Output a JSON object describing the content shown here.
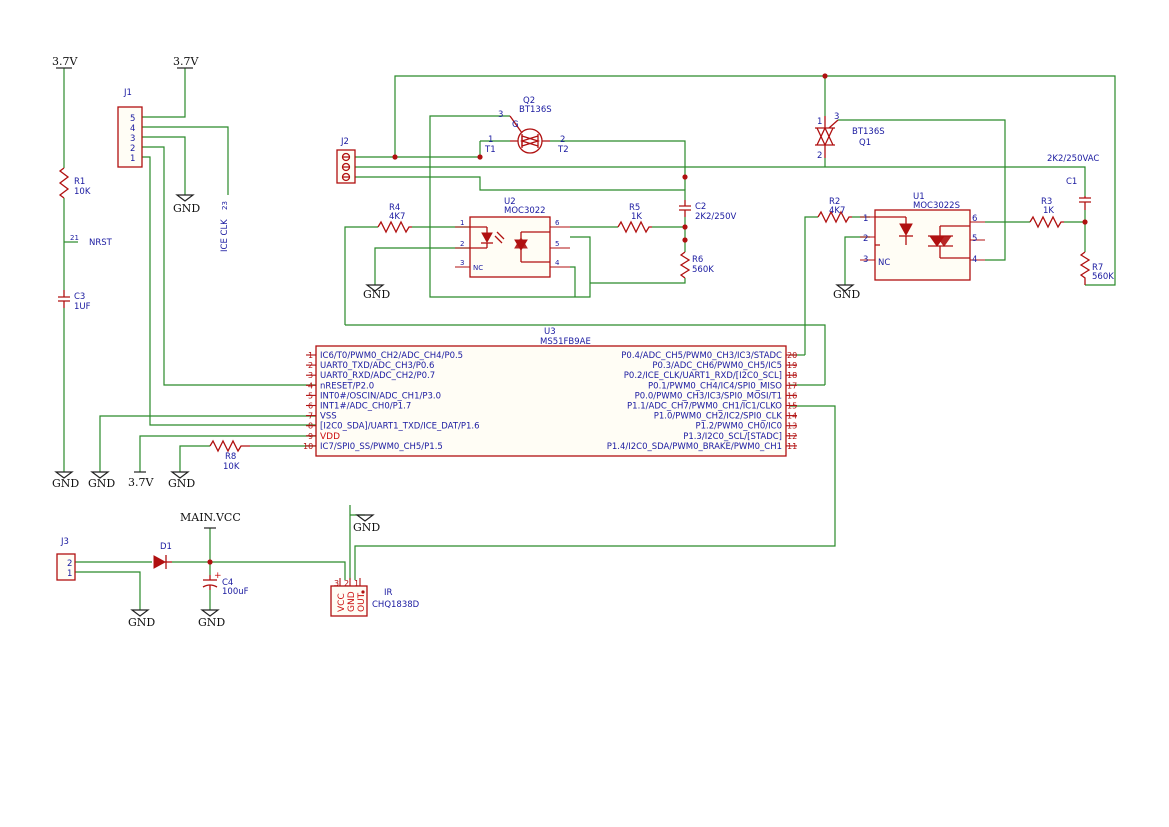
{
  "power": {
    "v37_a": "3.7V",
    "v37_b": "3.7V",
    "v37_c": "3.7V",
    "main_vcc": "MAIN.VCC",
    "gnd": "GND"
  },
  "r1": {
    "ref": "R1",
    "value": "10K"
  },
  "nrst": {
    "pin": "21",
    "label": "NRST"
  },
  "c3": {
    "ref": "C3",
    "value": "1UF"
  },
  "j1": {
    "ref": "J1",
    "pins": [
      "5",
      "4",
      "3",
      "2",
      "1"
    ]
  },
  "iceclk": {
    "pin": "23",
    "label": "ICE CLK"
  },
  "j2": {
    "ref": "J2"
  },
  "r4": {
    "ref": "R4",
    "value": "4K7"
  },
  "q2": {
    "ref": "Q2",
    "value": "BT136S",
    "pin_g_num": "3",
    "pin_g": "G",
    "pin_t1_num": "1",
    "pin_t1": "T1",
    "pin_t2_num": "2",
    "pin_t2": "T2"
  },
  "u2": {
    "ref": "U2",
    "value": "MOC3022",
    "pins": [
      "1",
      "2",
      "3",
      "4",
      "5",
      "6"
    ],
    "nc": "NC"
  },
  "r5": {
    "ref": "R5",
    "value": "1K"
  },
  "c2": {
    "ref": "C2",
    "value": "2K2/250V"
  },
  "r6": {
    "ref": "R6",
    "value": "560K"
  },
  "q1": {
    "ref": "Q1",
    "value": "BT136S",
    "pin1": "1",
    "pin2": "2",
    "pin3": "3"
  },
  "c1": {
    "ref": "C1",
    "value": "2K2/250VAC"
  },
  "r2": {
    "ref": "R2",
    "value": "4K7"
  },
  "u1": {
    "ref": "U1",
    "value": "MOC3022S",
    "pins": [
      "1",
      "2",
      "3",
      "4",
      "5",
      "6"
    ],
    "nc": "NC"
  },
  "r3": {
    "ref": "R3",
    "value": "1K"
  },
  "r7": {
    "ref": "R7",
    "value": "560K"
  },
  "u3": {
    "ref": "U3",
    "value": "MS51FB9AE",
    "left_pins": [
      {
        "num": "1",
        "name": "IC6/T0/PWM0_CH2/ADC_CH4/P0.5"
      },
      {
        "num": "2",
        "name": "UART0_TXD/ADC_CH3/P0.6"
      },
      {
        "num": "3",
        "name": "UART0_RXD/ADC_CH2/P0.7"
      },
      {
        "num": "4",
        "name": "nRESET/P2.0"
      },
      {
        "num": "5",
        "name": "INT0#/OSCIN/ADC_CH1/P3.0"
      },
      {
        "num": "6",
        "name": "INT1#/ADC_CH0/P1.7"
      },
      {
        "num": "7",
        "name": "VSS"
      },
      {
        "num": "8",
        "name": "[I2C0_SDA]/UART1_TXD/ICE_DAT/P1.6"
      },
      {
        "num": "9",
        "name": "VDD"
      },
      {
        "num": "10",
        "name": "IC7/SPI0_SS/PWM0_CH5/P1.5"
      }
    ],
    "right_pins": [
      {
        "num": "20",
        "name": "P0.4/ADC_CH5/PWM0_CH3/IC3/STADC"
      },
      {
        "num": "19",
        "name": "P0.3/ADC_CH6/PWM0_CH5/IC5"
      },
      {
        "num": "18",
        "name": "P0.2/ICE_CLK/UART1_RXD/[I2C0_SCL]"
      },
      {
        "num": "17",
        "name": "P0.1/PWM0_CH4/IC4/SPI0_MISO"
      },
      {
        "num": "16",
        "name": "P0.0/PWM0_CH3/IC3/SPI0_MOSI/T1"
      },
      {
        "num": "15",
        "name": "P1.1/ADC_CH7/PWM0_CH1/IC1/CLKO"
      },
      {
        "num": "14",
        "name": "P1.0/PWM0_CH2/IC2/SPI0_CLK"
      },
      {
        "num": "13",
        "name": "P1.2/PWM0_CH0/IC0"
      },
      {
        "num": "12",
        "name": "P1.3/I2C0_SCL/[STADC]"
      },
      {
        "num": "11",
        "name": "P1.4/I2C0_SDA/PWM0_BRAKE/PWM0_CH1"
      }
    ]
  },
  "r8": {
    "ref": "R8",
    "value": "10K"
  },
  "j3": {
    "ref": "J3",
    "pins": [
      "2",
      "1"
    ]
  },
  "d1": {
    "ref": "D1"
  },
  "c4": {
    "ref": "C4",
    "value": "100uF",
    "polarity": "+"
  },
  "ir": {
    "ref": "IR",
    "value": "CHQ1838D",
    "pins": [
      "VCC",
      "GND",
      "OUT"
    ],
    "pin_nums": [
      "3",
      "2",
      "1"
    ]
  },
  "colors": {
    "wire": "#2a8a2a",
    "part": "#b01010",
    "text": "#1a1aa0"
  }
}
